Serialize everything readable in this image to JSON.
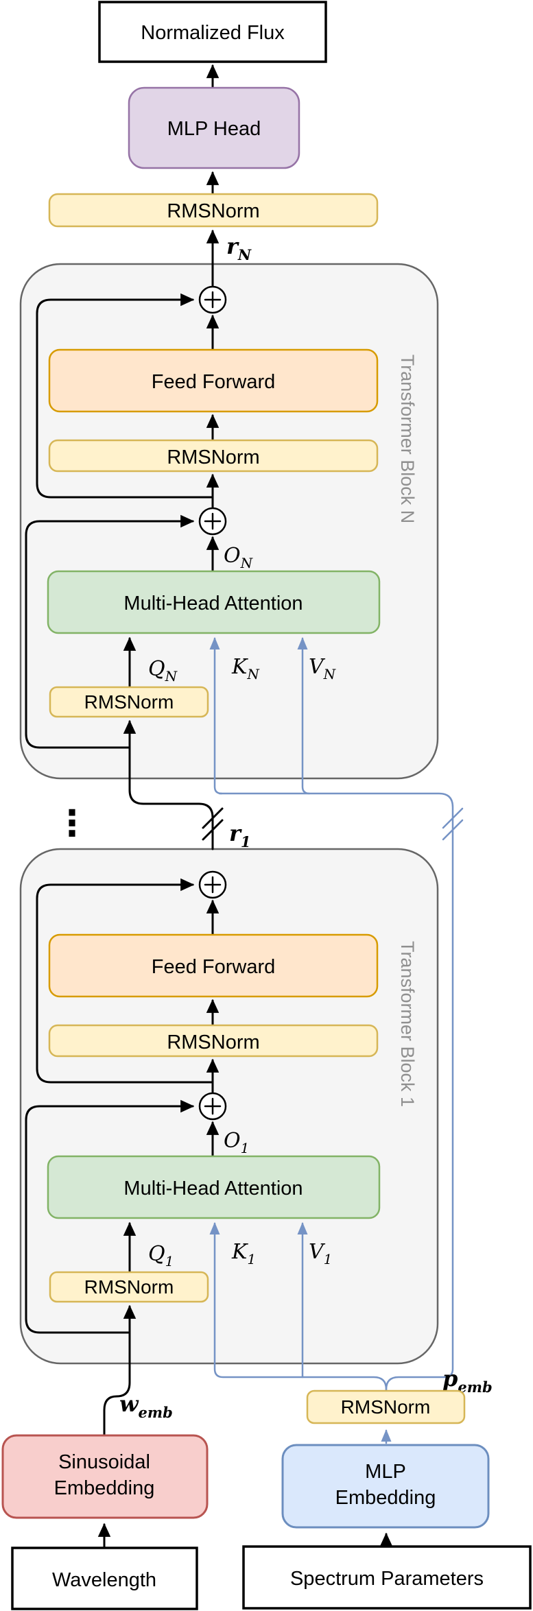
{
  "diagram": {
    "output_box": "Normalized Flux",
    "mlp_head": "MLP Head",
    "rmsnorm_final": "RMSNorm",
    "r_final": {
      "base": "r",
      "sub": "N"
    },
    "ellipsis": "⋮",
    "r_mid": {
      "base": "r",
      "sub": "1"
    },
    "block_n": {
      "title": "Transformer Block N",
      "feed_forward": "Feed Forward",
      "rmsnorm_pre_ff": "RMSNorm",
      "multi_head_attention": "Multi-Head Attention",
      "rmsnorm_pre_attn": "RMSNorm",
      "o": {
        "base": "O",
        "sub": "N"
      },
      "q": {
        "base": "Q",
        "sub": "N"
      },
      "k": {
        "base": "K",
        "sub": "N"
      },
      "v": {
        "base": "V",
        "sub": "N"
      }
    },
    "block_1": {
      "title": "Transformer Block 1",
      "feed_forward": "Feed Forward",
      "rmsnorm_pre_ff": "RMSNorm",
      "multi_head_attention": "Multi-Head Attention",
      "rmsnorm_pre_attn": "RMSNorm",
      "o": {
        "base": "O",
        "sub": "1"
      },
      "q": {
        "base": "Q",
        "sub": "1"
      },
      "k": {
        "base": "K",
        "sub": "1"
      },
      "v": {
        "base": "V",
        "sub": "1"
      }
    },
    "w_emb": {
      "base": "w",
      "sub": "emb"
    },
    "p_emb": {
      "base": "p",
      "sub": "emb"
    },
    "rmsnorm_params": "RMSNorm",
    "sinusoidal_embedding": {
      "line1": "Sinusoidal",
      "line2": "Embedding"
    },
    "mlp_embedding": {
      "line1": "MLP",
      "line2": "Embedding"
    },
    "wavelength_box": "Wavelength",
    "spectrum_parameters_box": "Spectrum Parameters"
  },
  "colors": {
    "block_fill": "#F5F5F5",
    "block_stroke": "#666666",
    "rmsnorm_fill": "#FFF2CC",
    "rmsnorm_stroke": "#D6B656",
    "feed_forward_fill": "#FFE6CC",
    "feed_forward_stroke": "#D79B00",
    "attention_fill": "#D5E8D4",
    "attention_stroke": "#82B366",
    "mlp_head_fill": "#E1D5E7",
    "mlp_head_stroke": "#9673A6",
    "sinusoidal_fill": "#F8CECC",
    "sinusoidal_stroke": "#B85450",
    "mlp_embedding_fill": "#DAE8FC",
    "mlp_embedding_stroke": "#6C8EBF",
    "kv_connector_blue": "#7593C5",
    "flow_black": "#000000",
    "block_title_gray": "#8F8F8F"
  }
}
